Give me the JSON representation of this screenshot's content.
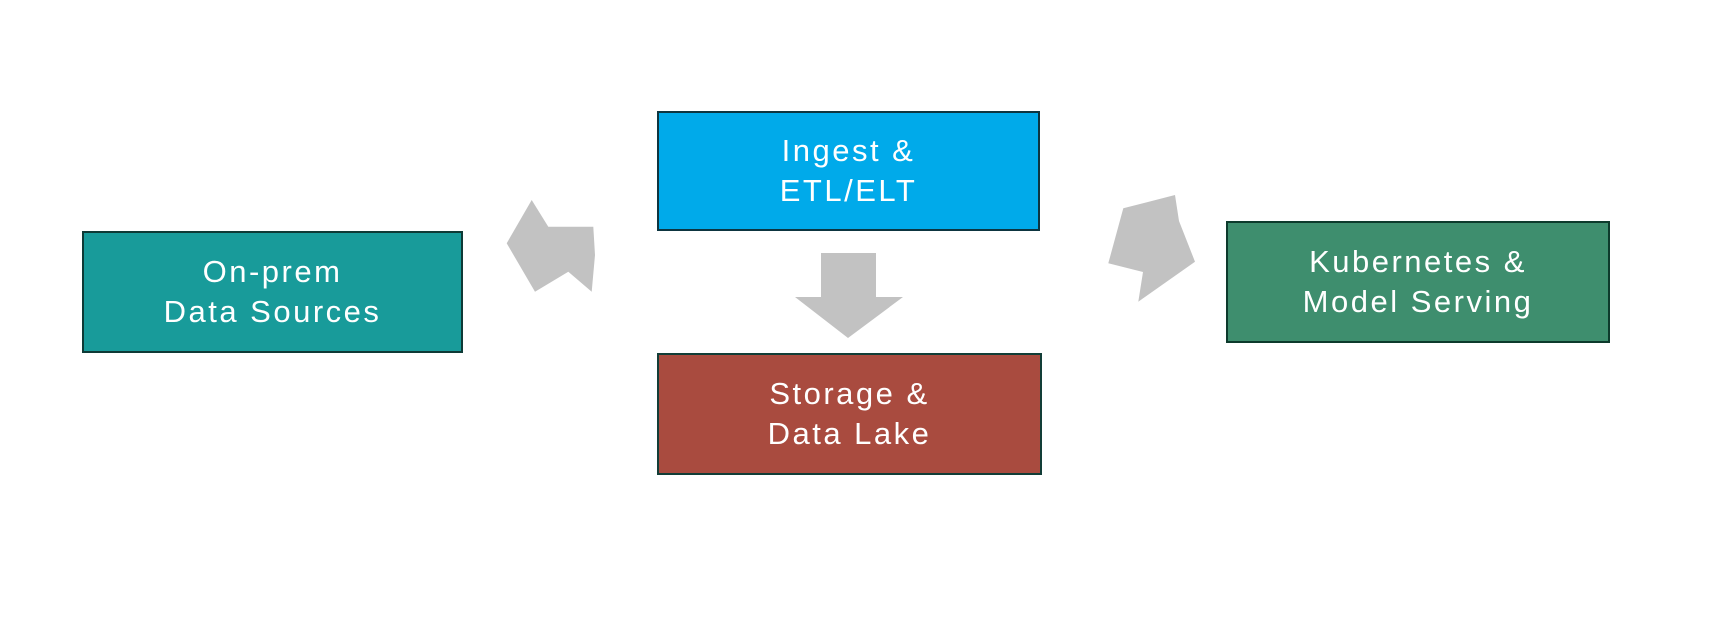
{
  "diagram": {
    "background": "#ffffff",
    "nodes": [
      {
        "id": "onprem",
        "line1": "On-prem",
        "line2": "Data Sources",
        "fill": "#189b9a",
        "border_color": "#0e3a36",
        "text_color": "#ffffff"
      },
      {
        "id": "ingest",
        "line1": "Ingest &",
        "line2": "ETL/ELT",
        "fill": "#00aaea",
        "border_color": "#0d3540",
        "text_color": "#ffffff"
      },
      {
        "id": "storage",
        "line1": "Storage &",
        "line2": "Data Lake",
        "fill": "#a94b3f",
        "border_color": "#123d37",
        "text_color": "#ffffff"
      },
      {
        "id": "kubernetes",
        "line1": "Kubernetes &",
        "line2": "Model Serving",
        "fill": "#3e8e6e",
        "border_color": "#0d3a2c",
        "text_color": "#ffffff"
      }
    ],
    "arrows": [
      {
        "id": "onprem-to-ingest",
        "direction": "up-right",
        "color": "#c2c2c2"
      },
      {
        "id": "ingest-to-storage",
        "direction": "down",
        "color": "#c2c2c2"
      },
      {
        "id": "ingest-to-kubernetes",
        "direction": "down-right",
        "color": "#c2c2c2"
      }
    ]
  }
}
